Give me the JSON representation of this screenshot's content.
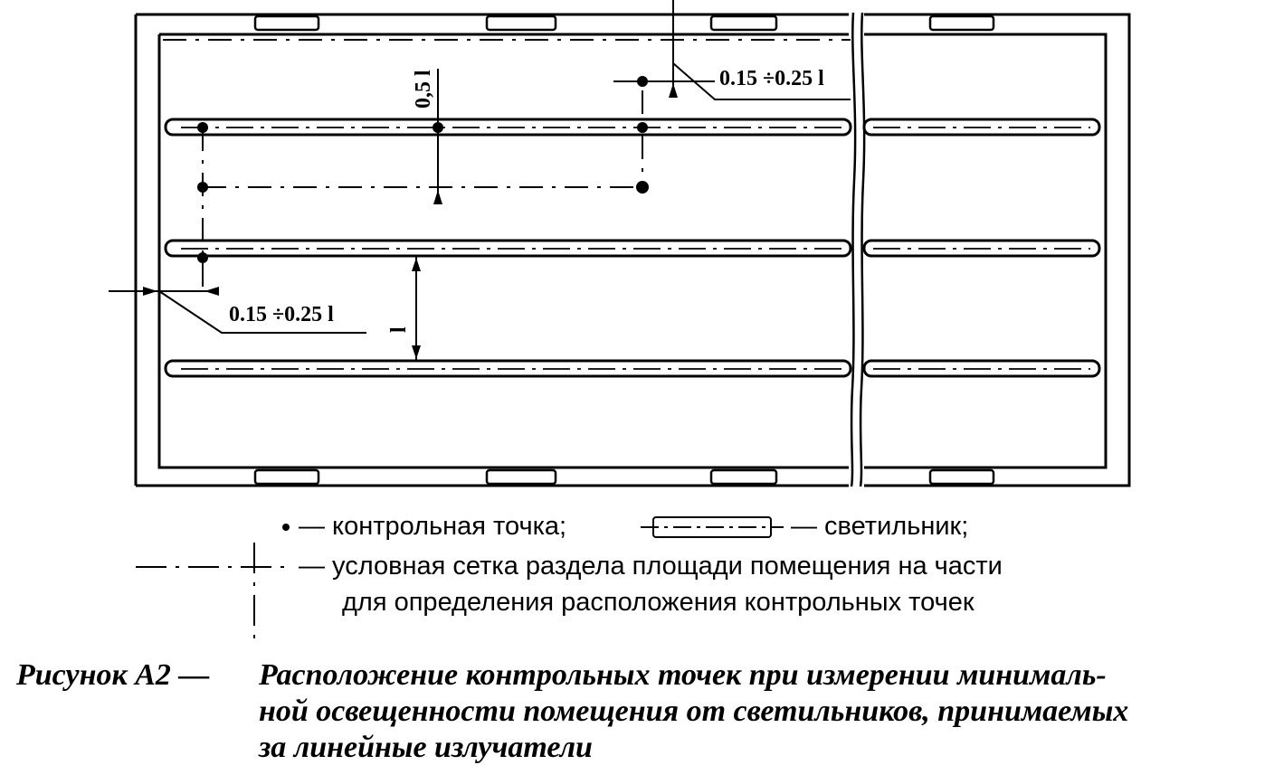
{
  "dimensions": {
    "top_right": "0.15 ÷0.25 l",
    "left": "0.15 ÷0.25 l",
    "half": "0,5 l",
    "full": "l"
  },
  "legend": {
    "point": "— контрольная точка;",
    "luminaire": "— светильник;",
    "grid_line1": "— условная сетка раздела площади помещения на части",
    "grid_line2": "для определения расположения контрольных точек"
  },
  "caption": {
    "label": "Рисунок А2 —",
    "line1": "Расположение контрольных точек при измерении минималь-",
    "line2": "ной освещенности помещения от светильников, принимаемых",
    "line3": "за линейные излучатели"
  }
}
